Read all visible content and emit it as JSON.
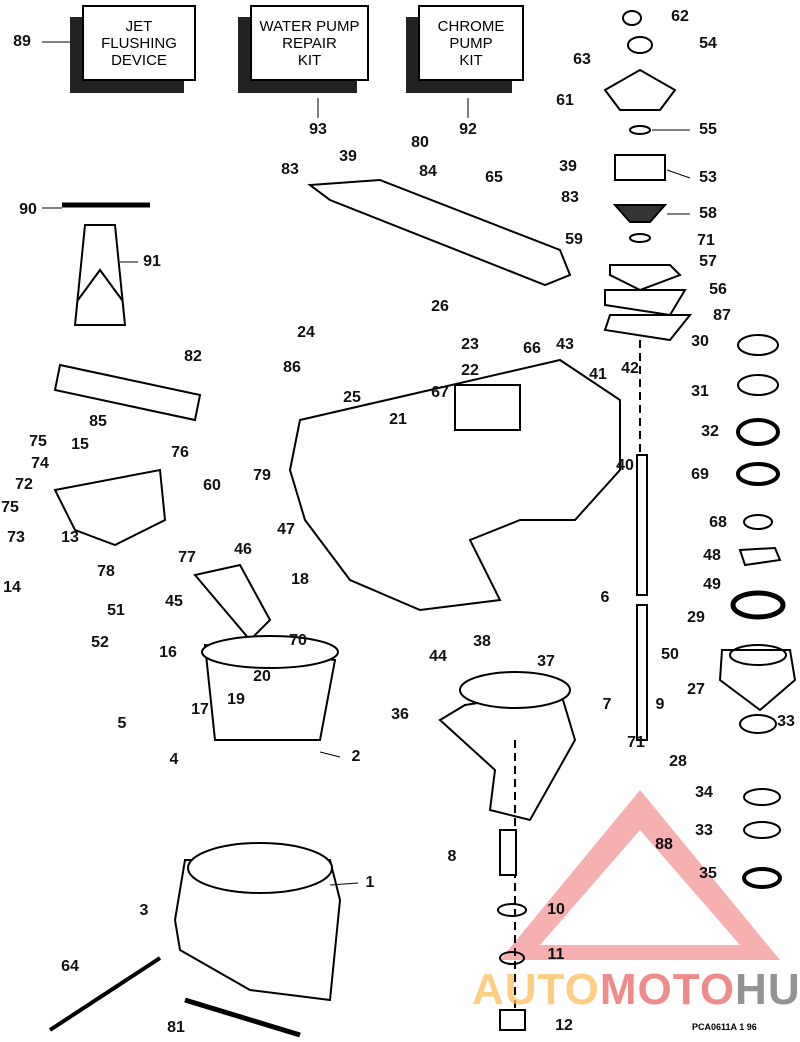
{
  "kits": [
    {
      "id": "89",
      "label": "JET\nFLUSHING\nDEVICE"
    },
    {
      "id": "93",
      "label": "WATER PUMP\nREPAIR\nKIT"
    },
    {
      "id": "92",
      "label": "CHROME\nPUMP\nKIT"
    }
  ],
  "callouts": [
    "89",
    "93",
    "92",
    "62",
    "54",
    "63",
    "61",
    "55",
    "39",
    "80",
    "83",
    "84",
    "65",
    "39",
    "83",
    "53",
    "58",
    "90",
    "91",
    "59",
    "71",
    "57",
    "56",
    "26",
    "87",
    "24",
    "23",
    "66",
    "43",
    "42",
    "30",
    "82",
    "22",
    "86",
    "25",
    "41",
    "31",
    "21",
    "67",
    "85",
    "75",
    "15",
    "76",
    "32",
    "40",
    "79",
    "74",
    "60",
    "69",
    "72",
    "75",
    "73",
    "13",
    "68",
    "47",
    "46",
    "77",
    "48",
    "78",
    "14",
    "18",
    "49",
    "6",
    "45",
    "51",
    "38",
    "29",
    "52",
    "16",
    "70",
    "44",
    "37",
    "50",
    "20",
    "19",
    "17",
    "7",
    "9",
    "27",
    "33",
    "36",
    "5",
    "28",
    "71",
    "4",
    "2",
    "34",
    "88",
    "33",
    "8",
    "35",
    "1",
    "3",
    "10",
    "64",
    "11",
    "81",
    "12"
  ],
  "watermark": {
    "parts": [
      "AUTO",
      "MOTO",
      "HUB"
    ]
  },
  "diagram_code": "PCA0611A   1 96"
}
